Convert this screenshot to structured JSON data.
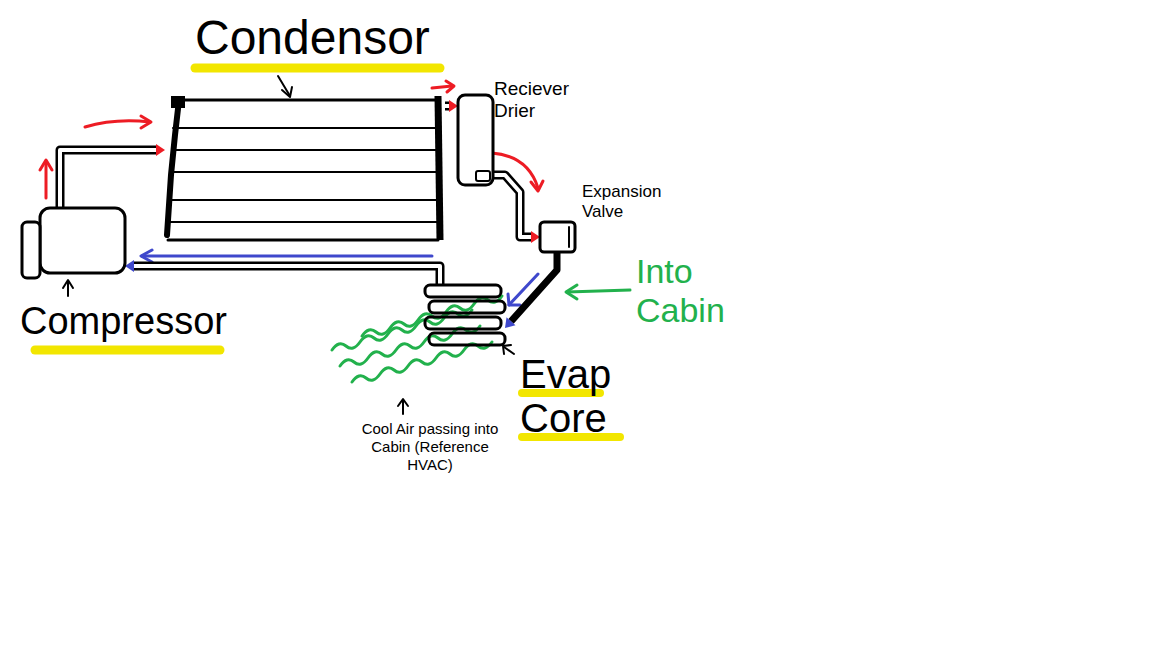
{
  "diagram": {
    "nodes": [
      {
        "text": [
          "Condensor"
        ]
      },
      {
        "text": [
          "Reciever Drier"
        ]
      },
      {
        "text": [
          "Expansion Valve"
        ]
      },
      {
        "text": [
          "Compressor"
        ]
      },
      {
        "text": [
          "Evap Core"
        ]
      }
    ],
    "edges": [
      {
        "from": 3,
        "to": 0,
        "arrow": "to"
      },
      {
        "from": 0,
        "to": 1,
        "arrow": "to"
      },
      {
        "from": 1,
        "to": 2,
        "arrow": "to"
      },
      {
        "from": 2,
        "to": 4,
        "arrow": "to"
      },
      {
        "from": 4,
        "to": 3,
        "arrow": "to"
      }
    ],
    "labels": [
      "Into Cabin",
      "Cool Air passing into Cabin (Reference HVAC)"
    ]
  }
}
